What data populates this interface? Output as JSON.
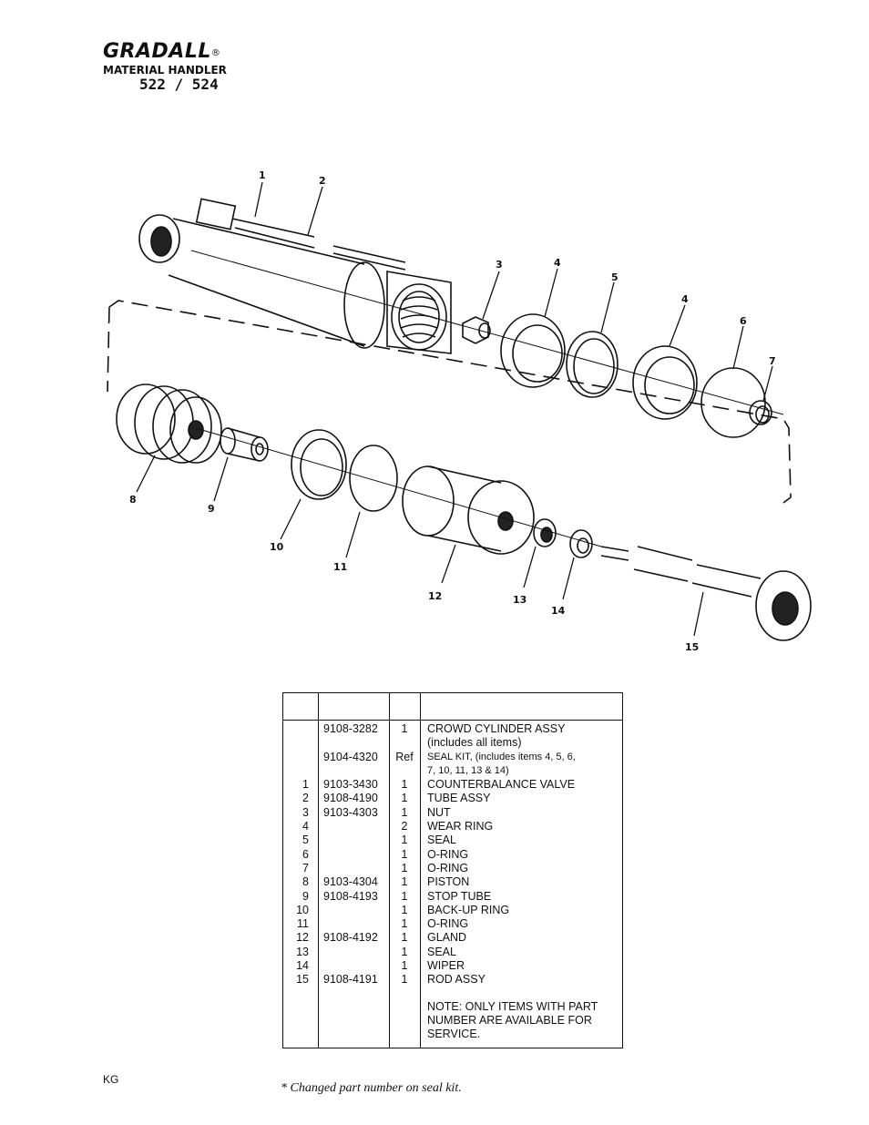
{
  "header": {
    "brand": "GRADALL",
    "registered": "®",
    "subtitle": "MATERIAL HANDLER",
    "model": "522 / 524"
  },
  "diagram": {
    "callouts": [
      "1",
      "2",
      "3",
      "4",
      "5",
      "4",
      "6",
      "7",
      "8",
      "9",
      "10",
      "11",
      "12",
      "13",
      "14",
      "15"
    ]
  },
  "table": {
    "rows": [
      {
        "item": "",
        "part": "9108-3282",
        "qty": "1",
        "desc": "CROWD CYLINDER ASSY\n(includes all items)"
      },
      {
        "item": "",
        "part": "9104-4320",
        "qty": "Ref",
        "desc": "SEAL KIT, (includes items 4, 5, 6,\n7, 10, 11, 13 & 14)"
      },
      {
        "item": "1",
        "part": "9103-3430",
        "qty": "1",
        "desc": "COUNTERBALANCE VALVE"
      },
      {
        "item": "2",
        "part": "9108-4190",
        "qty": "1",
        "desc": "TUBE ASSY"
      },
      {
        "item": "3",
        "part": "9103-4303",
        "qty": "1",
        "desc": "NUT"
      },
      {
        "item": "4",
        "part": "",
        "qty": "2",
        "desc": "WEAR RING"
      },
      {
        "item": "5",
        "part": "",
        "qty": "1",
        "desc": "SEAL"
      },
      {
        "item": "6",
        "part": "",
        "qty": "1",
        "desc": "O-RING"
      },
      {
        "item": "7",
        "part": "",
        "qty": "1",
        "desc": "O-RING"
      },
      {
        "item": "8",
        "part": "9103-4304",
        "qty": "1",
        "desc": "PISTON"
      },
      {
        "item": "9",
        "part": "9108-4193",
        "qty": "1",
        "desc": "STOP TUBE"
      },
      {
        "item": "10",
        "part": "",
        "qty": "1",
        "desc": "BACK-UP RING"
      },
      {
        "item": "11",
        "part": "",
        "qty": "1",
        "desc": "O-RING"
      },
      {
        "item": "12",
        "part": "9108-4192",
        "qty": "1",
        "desc": "GLAND"
      },
      {
        "item": "13",
        "part": "",
        "qty": "1",
        "desc": "SEAL"
      },
      {
        "item": "14",
        "part": "",
        "qty": "1",
        "desc": "WIPER"
      },
      {
        "item": "15",
        "part": "9108-4191",
        "qty": "1",
        "desc": "ROD ASSY"
      }
    ],
    "note": "NOTE: ONLY ITEMS WITH PART\nNUMBER ARE AVAILABLE FOR\nSERVICE."
  },
  "footer": {
    "code": "KG",
    "footnote": "* Changed part number on seal kit."
  }
}
